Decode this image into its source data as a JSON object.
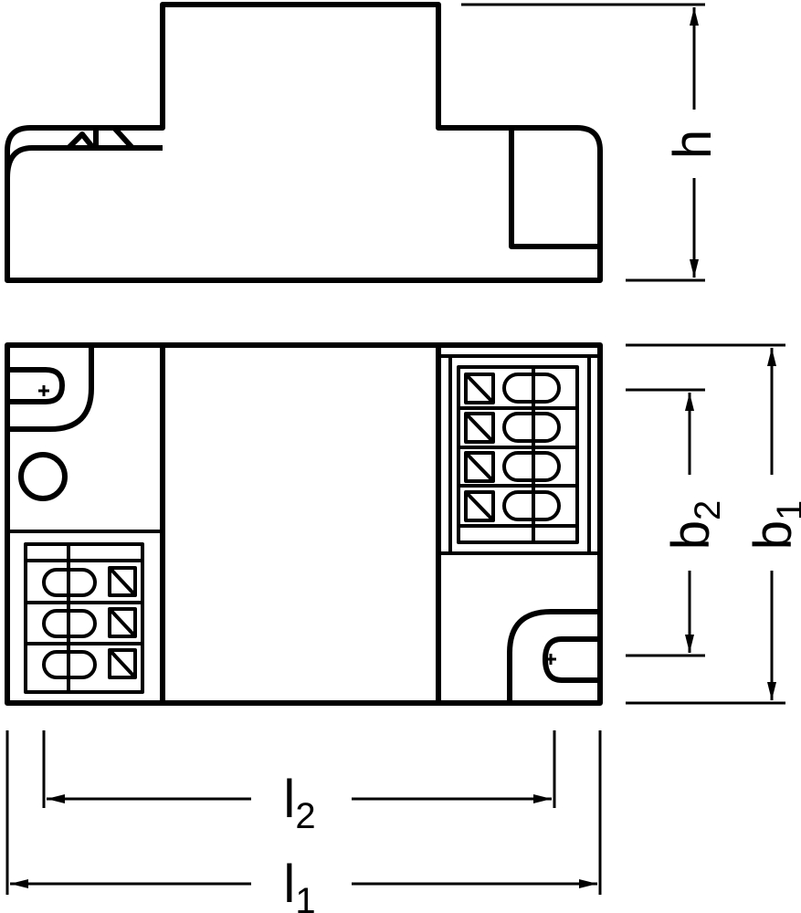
{
  "dimensions": {
    "h": {
      "main": "h",
      "sub": ""
    },
    "b2": {
      "main": "b",
      "sub": "2"
    },
    "b1": {
      "main": "b",
      "sub": "1"
    },
    "l2": {
      "main": "l",
      "sub": "2"
    },
    "l1": {
      "main": "l",
      "sub": "1"
    }
  },
  "colors": {
    "line": "#000000",
    "background": "#ffffff"
  }
}
